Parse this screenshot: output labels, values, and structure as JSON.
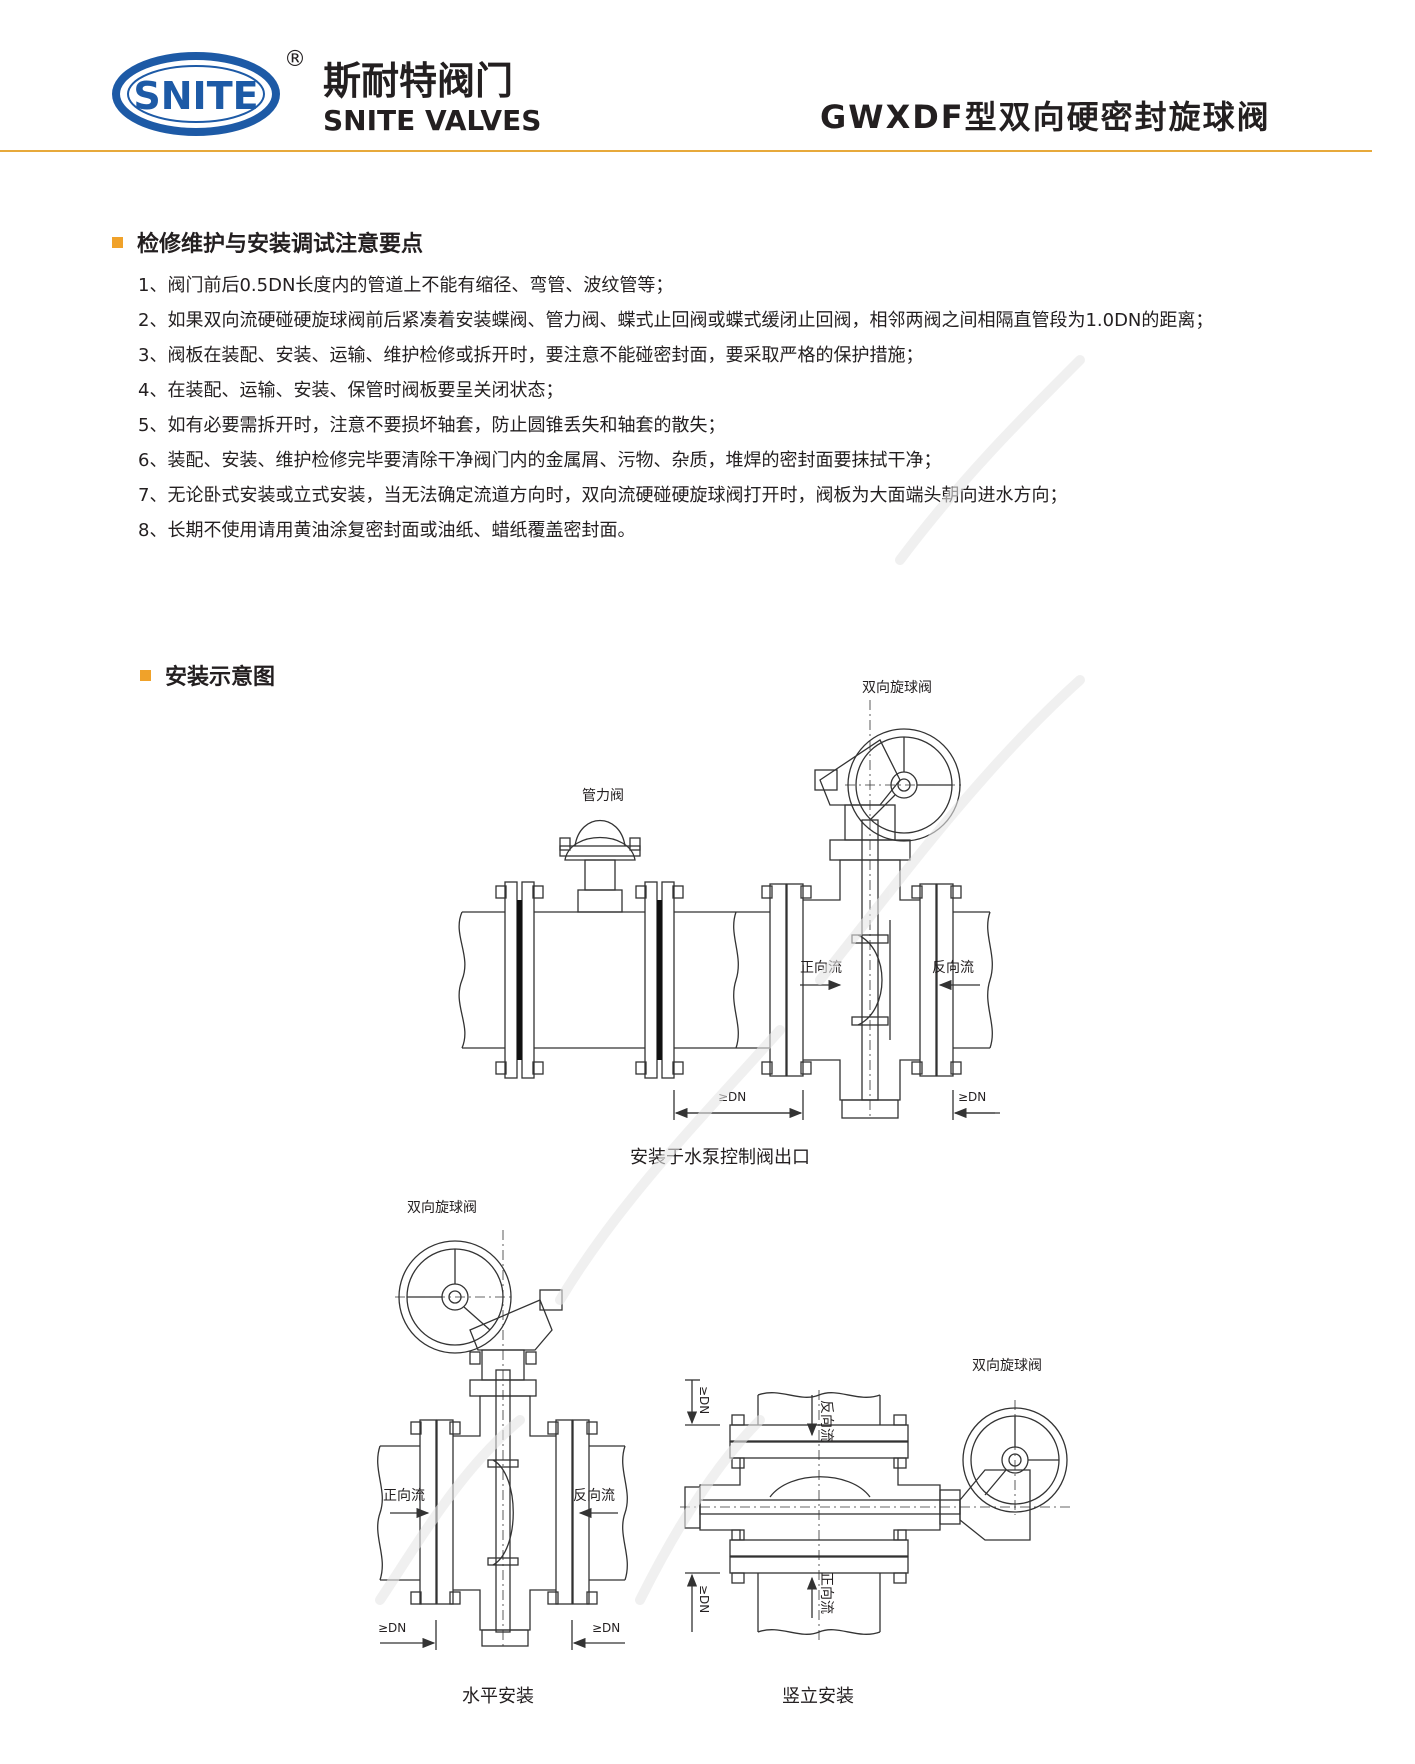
{
  "brand": {
    "logo_text": "SNITE",
    "registered_mark": "®",
    "name_cn": "斯耐特阀门",
    "name_en": "SNITE VALVES",
    "color": "#1d5aa6"
  },
  "doc_title": "GWXDF型双向硬密封旋球阀",
  "maintenance": {
    "heading": "检修维护与安装调试注意要点",
    "items": [
      "1、阀门前后0.5DN长度内的管道上不能有缩径、弯管、波纹管等；",
      "2、如果双向流硬碰硬旋球阀前后紧凑着安装蝶阀、管力阀、蝶式止回阀或蝶式缓闭止回阀，相邻两阀之间相隔直管段为1.0DN的距离；",
      "3、阀板在装配、安装、运输、维护检修或拆开时，要注意不能碰密封面，要采取严格的保护措施；",
      "4、在装配、运输、安装、保管时阀板要呈关闭状态；",
      "5、如有必要需拆开时，注意不要损坏轴套，防止圆锥丢失和轴套的散失；",
      "6、装配、安装、维护检修完毕要清除干净阀门内的金属屑、污物、杂质，堆焊的密封面要抹拭干净；",
      "7、无论卧式安装或立式安装，当无法确定流道方向时，双向流硬碰硬旋球阀打开时，阀板为大面端头朝向进水方向；",
      "8、长期不使用请用黄油涂复密封面或油纸、蜡纸覆盖密封面。"
    ]
  },
  "diagrams": {
    "heading": "安装示意图",
    "top": {
      "valve_label": "双向旋球阀",
      "pipe_valve_label": "管力阀",
      "forward_flow": "正向流",
      "reverse_flow": "反向流",
      "dim_left": "≥DN",
      "dim_right": "≥DN",
      "caption": "安装于水泵控制阀出口"
    },
    "horizontal": {
      "valve_label": "双向旋球阀",
      "forward_flow": "正向流",
      "reverse_flow": "反向流",
      "dim_left": "≥DN",
      "dim_right": "≥DN",
      "caption": "水平安装"
    },
    "vertical": {
      "valve_label": "双向旋球阀",
      "reverse_flow": "反向流",
      "forward_flow": "正向流",
      "dim_top": "≥DN",
      "dim_bottom": "≥DN",
      "caption": "竖立安装"
    }
  },
  "colors": {
    "accent_bullet": "#f0a22a",
    "header_rule": "#e7a93b",
    "logo_blue": "#1d5aa6",
    "text": "#231f20",
    "line": "#333333"
  }
}
